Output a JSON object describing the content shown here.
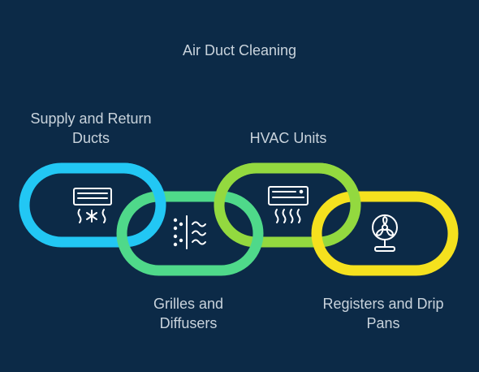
{
  "title": "Air Duct Cleaning",
  "links": [
    {
      "label": "Supply and Return\nDucts",
      "icon": "air-conditioner-cold-icon",
      "color": "#22c7f4"
    },
    {
      "label": "Grilles and\nDiffusers",
      "icon": "air-vent-icon",
      "color": "#4fd98a"
    },
    {
      "label": "HVAC Units",
      "icon": "air-conditioner-heat-icon",
      "color": "#93d93f"
    },
    {
      "label": "Registers and Drip\nPans",
      "icon": "fan-icon",
      "color": "#f5e11e"
    }
  ],
  "colors": {
    "background": "#0c2a47",
    "text": "#c9d3dc",
    "icon": "#ffffff"
  }
}
